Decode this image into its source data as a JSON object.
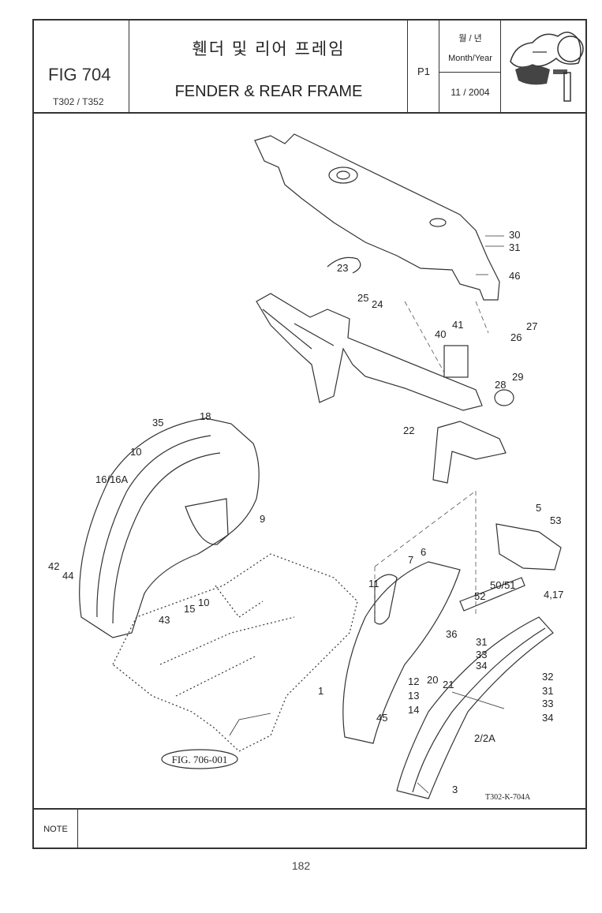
{
  "header": {
    "fig_no": "FIG 704",
    "model": "T302 / T352",
    "title_ko": "휀더 및 리어 프레임",
    "title_en": "FENDER & REAR FRAME",
    "page_code": "P1",
    "month_year_ko": "월 / 년",
    "month_year_label": "Month/Year",
    "date": "11 / 2004"
  },
  "drawing": {
    "ref_figure": "FIG. 706-001",
    "drawing_code": "T302-K-704A",
    "callouts": {
      "c1": "1",
      "c2": "2/2A",
      "c3": "3",
      "c417": "4,17",
      "c5": "5",
      "c6": "6",
      "c7": "7",
      "c9": "9",
      "c10a": "10",
      "c10b": "10",
      "c11": "11",
      "c12": "12",
      "c13": "13",
      "c14": "14",
      "c15": "15",
      "c16": "16/16A",
      "c18": "18",
      "c20": "20",
      "c21": "21",
      "c22": "22",
      "c23": "23",
      "c24": "24",
      "c25": "25",
      "c26": "26",
      "c27": "27",
      "c28": "28",
      "c29": "29",
      "c30": "30",
      "c31a": "31",
      "c31b": "31",
      "c31c": "31",
      "c32": "32",
      "c33a": "33",
      "c33b": "33",
      "c34a": "34",
      "c34b": "34",
      "c35": "35",
      "c36": "36",
      "c40": "40",
      "c41": "41",
      "c42": "42",
      "c43": "43",
      "c44": "44",
      "c45": "45",
      "c46": "46",
      "c5051": "50/51",
      "c52": "52",
      "c53": "53"
    }
  },
  "note": {
    "label": "NOTE",
    "text": ""
  },
  "page_number": "182"
}
